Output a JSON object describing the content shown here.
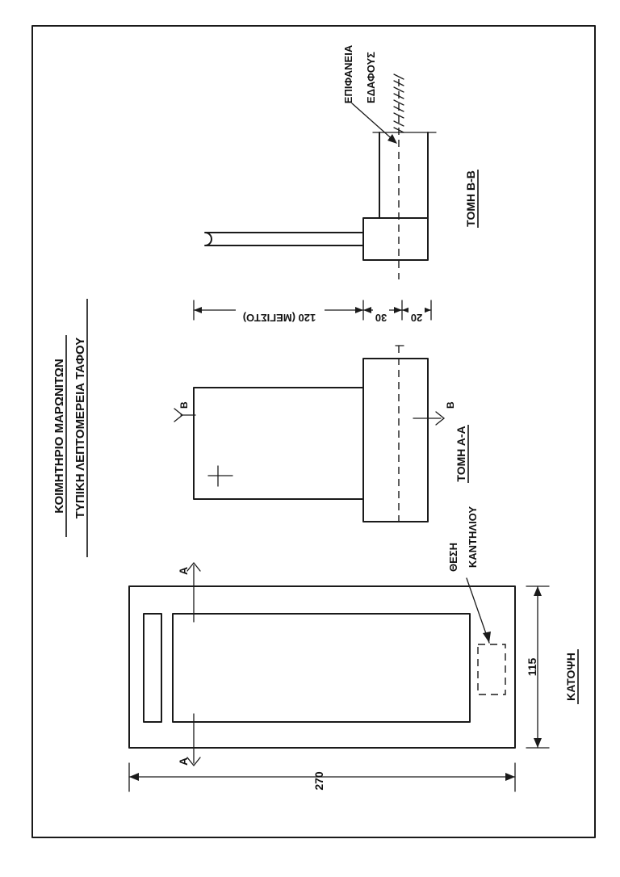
{
  "title": {
    "line1": "ΚΟΙΜΗΤΗΡΙΟ ΜΑΡΩΝΙΤΩΝ",
    "line2": "ΤΥΠΙΚΗ ΛΕΠΤΟΜΕΡΕΙΑ ΤΑΦΟΥ"
  },
  "plan": {
    "label": "ΚΑΤΟΨΗ",
    "dim_length": "270",
    "dim_width": "115",
    "candle_label_1": "ΘΕΣΗ",
    "candle_label_2": "ΚΑΝΤΗΛΙΟΥ",
    "section_mark_left": "A",
    "section_mark_right": "A"
  },
  "section_aa": {
    "label": "ΤΟΜΗ Α-Α",
    "section_mark_top": "B",
    "section_mark_bottom": "B"
  },
  "section_bb": {
    "label": "ΤΟΜΗ Β-Β",
    "ground_label_1": "ΕΠΙΦΑΝΕΙΑ",
    "ground_label_2": "ΕΔΑΦΟΥΣ"
  },
  "heights": {
    "h1": "120 (ΜΕΓΙΣΤΟ)",
    "h2": "30",
    "h3": "20"
  }
}
